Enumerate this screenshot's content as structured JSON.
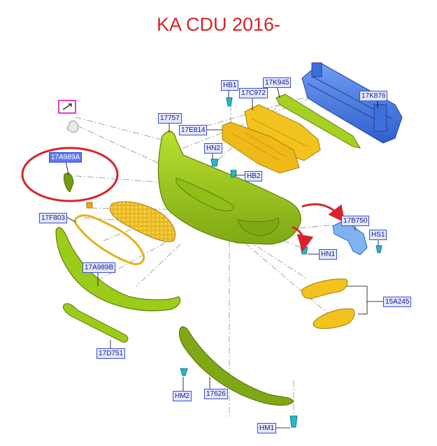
{
  "title": "KA CDU 2016-",
  "parts": [
    {
      "id": "hb1",
      "label": "HB1"
    },
    {
      "id": "17k945",
      "label": "17K945"
    },
    {
      "id": "17c972",
      "label": "17C972"
    },
    {
      "id": "17k876",
      "label": "17K876"
    },
    {
      "id": "17757",
      "label": "17757"
    },
    {
      "id": "17e814",
      "label": "17E814"
    },
    {
      "id": "hn2",
      "label": "HN2"
    },
    {
      "id": "hb2",
      "label": "HB2"
    },
    {
      "id": "17a989a",
      "label": "17A989A"
    },
    {
      "id": "17f803",
      "label": "17F803"
    },
    {
      "id": "17b750",
      "label": "17B750"
    },
    {
      "id": "hs1",
      "label": "HS1"
    },
    {
      "id": "hn1",
      "label": "HN1"
    },
    {
      "id": "17a989b",
      "label": "17A989B"
    },
    {
      "id": "15a245",
      "label": "15A245"
    },
    {
      "id": "17d751",
      "label": "17D751"
    },
    {
      "id": "hm2",
      "label": "HM2"
    },
    {
      "id": "17626",
      "label": "17626"
    },
    {
      "id": "hm1",
      "label": "HM1"
    }
  ],
  "colors": {
    "title": "#d8232a",
    "highlight_circle": "#d8232a",
    "arrow": "#d8232a",
    "label_border": "#3a4fd6",
    "label_fill": "#e3e8fb",
    "part_green": "#9ccc1a",
    "part_yellow": "#f2c21d",
    "part_blue": "#4d7fe6",
    "fastener_teal": "#2ab7c9",
    "marker_magenta": "#e040c8"
  },
  "icons": [
    "pointer-marker-icon",
    "curved-arrow-icon"
  ]
}
